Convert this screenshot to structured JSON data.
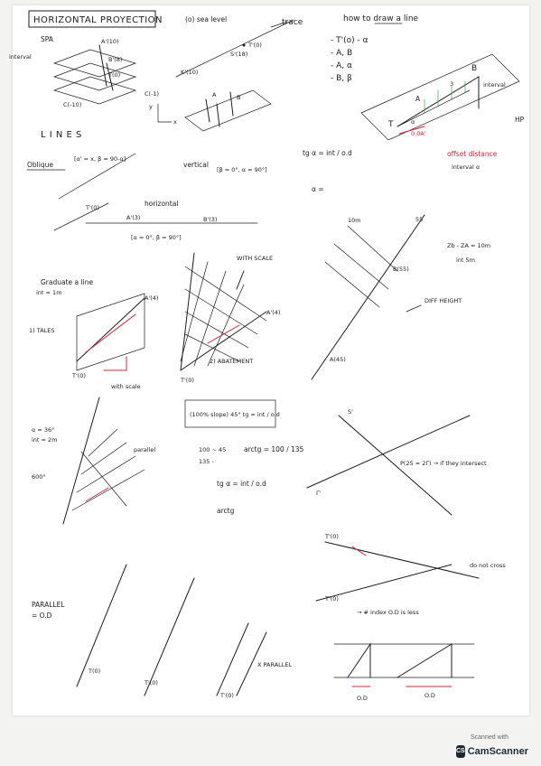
{
  "page": {
    "title": "HORIZONTAL PROYECTION",
    "sea_level": "(o) sea level",
    "trace": "trace",
    "how_to_draw": "how to draw a line",
    "steps": [
      "- T'(o) - α",
      "- A, B",
      "- A, α",
      "- B, β"
    ],
    "spa": "SPA",
    "interval_left": "interval",
    "interval_right": "interval",
    "hp": "HP",
    "c_minus": "C(-1)",
    "lines": "L I N E S",
    "oblique": "Oblique",
    "oblique_eq": "[α' = x, β = 90-α]",
    "vertical": "vertical",
    "vertical_eq": "[β = 0°, α = 90°]",
    "tg_formula": "tg α = int / o.d",
    "offset_distance": "offset distance",
    "interval_alpha": "interval α",
    "horizontal": "horizontal",
    "horizontal_eq": "[α = 0°, β = 90°]",
    "graduate": "Graduate a line",
    "int_1m": "int = 1m",
    "with_scale": "WITH SCALE",
    "abatement": "2) ABATEMENT",
    "tales": "1) TALES",
    "with_scale_small": "with scale",
    "int_5m": "int 5m",
    "zb_za": "Zb - ZA = 10m",
    "diff_height": "DIFF HEIGHT",
    "slope_box": "(100% slope) 45° tg = int / o.d",
    "calc1": "100 ~ 45",
    "calc2": "135 -",
    "calc3": "arctg = 100 / 135",
    "calc4": "tg α = int / o.d",
    "calc5": "arctg",
    "a_36": "α = 36°",
    "int_2m": "int = 2m",
    "deg_600": "600°",
    "parallel_small": "parallel",
    "intersect": "P(25 = 2Γ) → if they intersect",
    "parallel_label": "PARALLEL",
    "parallel_eq": "= O.D",
    "x_parallel": "X PARALLEL",
    "do_not_cross": "do not cross",
    "if_index": "→ # index O.D is less"
  },
  "badge": {
    "top": "Scanned with",
    "brand": "CamScanner"
  }
}
